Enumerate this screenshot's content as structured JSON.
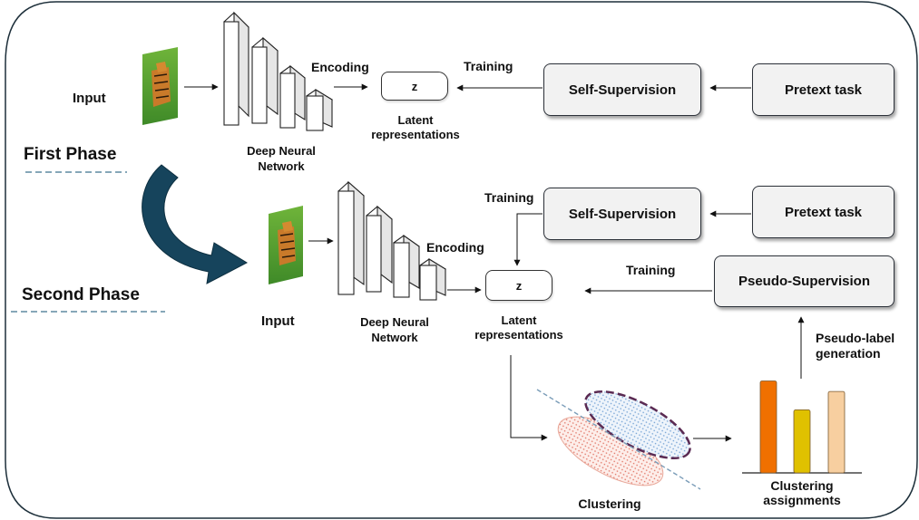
{
  "phases": {
    "first": "First Phase",
    "second": "Second Phase"
  },
  "first_phase": {
    "input_label": "Input",
    "encoding_label": "Encoding",
    "network_label": [
      "Deep Neural",
      "Network"
    ],
    "latent_symbol": "z",
    "latent_label": [
      "Latent",
      "representations"
    ],
    "training_label": "Training",
    "self_supervision": "Self-Supervision",
    "pretext_task": "Pretext task"
  },
  "second_phase": {
    "input_label": "Input",
    "encoding_label": "Encoding",
    "network_label": [
      "Deep Neural",
      "Network"
    ],
    "latent_symbol": "z",
    "latent_label": [
      "Latent",
      "representations"
    ],
    "training_label_self": "Training",
    "self_supervision": "Self-Supervision",
    "pretext_task": "Pretext task",
    "training_label_pseudo": "Training",
    "pseudo_supervision": "Pseudo-Supervision",
    "pseudo_label_generation": [
      "Pseudo-label",
      "generation"
    ],
    "clustering_label": "Clustering",
    "clustering_assignments_label": [
      "Clustering",
      "assignments"
    ]
  },
  "colors": {
    "phase_arrow": "#16445c",
    "dashed_underline": "#5e8aa0",
    "box_fill": "#f2f2f2",
    "bar_colors": [
      "#f07000",
      "#e0c100",
      "#f7cfa0"
    ],
    "cluster_red": "#e57a6a",
    "cluster_blue": "#7aa6d6",
    "cluster_outline": "#5a2a52"
  },
  "icons": {
    "input_image": "tiger-image-icon"
  },
  "bar_levels": [
    0.7,
    0.48,
    0.62
  ]
}
